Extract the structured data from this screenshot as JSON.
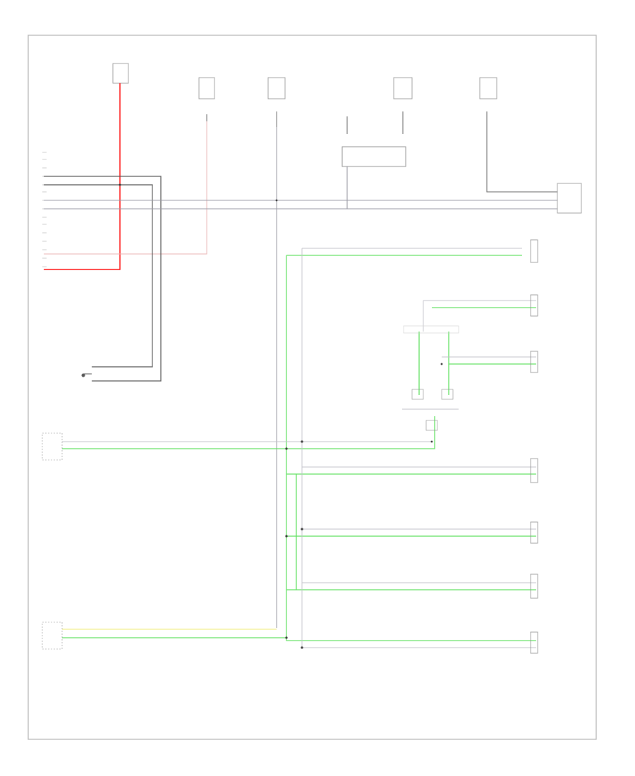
{
  "diagram": {
    "footer_code": "",
    "colors": {
      "frame": "#b0b0b0",
      "wire_gray": "#9a9aa4",
      "wire_dark": "#555555",
      "wire_red": "#ff0000",
      "wire_green": "#5fe05f",
      "wire_yellow": "#f2ef8a",
      "wire_pink": "#e8b0b0",
      "connector": "#8a8a8a"
    },
    "components": [
      {
        "id": "hot-at-all-times-fuse",
        "label": ""
      },
      {
        "id": "top-connector-b",
        "label": ""
      },
      {
        "id": "top-connector-c",
        "label": ""
      },
      {
        "id": "top-connector-d",
        "label": ""
      },
      {
        "id": "top-connector-e",
        "label": ""
      },
      {
        "id": "top-connector-f",
        "label": ""
      },
      {
        "id": "left-junction-connector",
        "label": ""
      },
      {
        "id": "ground-point",
        "label": ""
      },
      {
        "id": "left-module-mid",
        "label": ""
      },
      {
        "id": "left-module-bottom",
        "label": ""
      },
      {
        "id": "right-module-1",
        "label": ""
      },
      {
        "id": "right-module-2",
        "label": ""
      },
      {
        "id": "right-module-3",
        "label": ""
      },
      {
        "id": "right-module-4",
        "label": ""
      },
      {
        "id": "right-module-5",
        "label": ""
      },
      {
        "id": "right-module-6",
        "label": ""
      },
      {
        "id": "right-module-7",
        "label": ""
      },
      {
        "id": "right-module-8",
        "label": ""
      },
      {
        "id": "center-junction",
        "label": ""
      }
    ]
  }
}
